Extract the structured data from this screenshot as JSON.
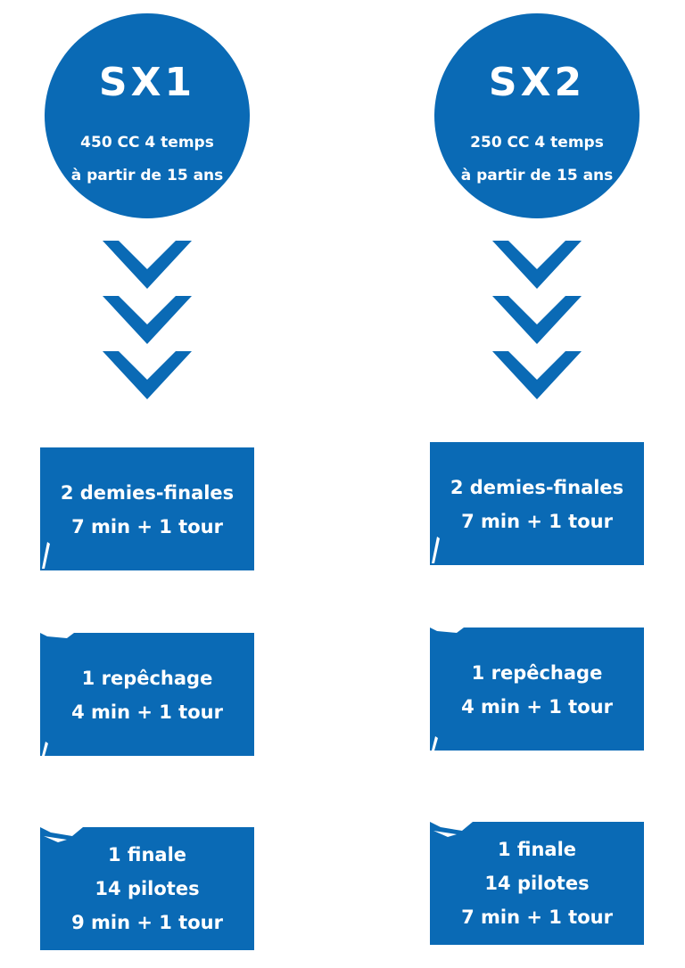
{
  "brand_color": "#0a6ab5",
  "columns": [
    {
      "title": "SX1",
      "subtitle_line1": "450 CC 4 temps",
      "subtitle_line2": "à partir de 15 ans",
      "stages": [
        {
          "line1": "2 demies-finales",
          "line2": "7 min + 1 tour"
        },
        {
          "line1": "1 repêchage",
          "line2": "4 min + 1 tour"
        },
        {
          "line1": "1 finale",
          "line2": "14 pilotes",
          "line3": "9 min + 1  tour"
        }
      ]
    },
    {
      "title": "SX2",
      "subtitle_line1": "250 CC 4 temps",
      "subtitle_line2": "à partir de 15 ans",
      "stages": [
        {
          "line1": "2 demies-finales",
          "line2": "7 min + 1 tour"
        },
        {
          "line1": "1 repêchage",
          "line2": "4 min + 1 tour"
        },
        {
          "line1": "1 finale",
          "line2": "14 pilotes",
          "line3": "7 min + 1  tour"
        }
      ]
    }
  ]
}
